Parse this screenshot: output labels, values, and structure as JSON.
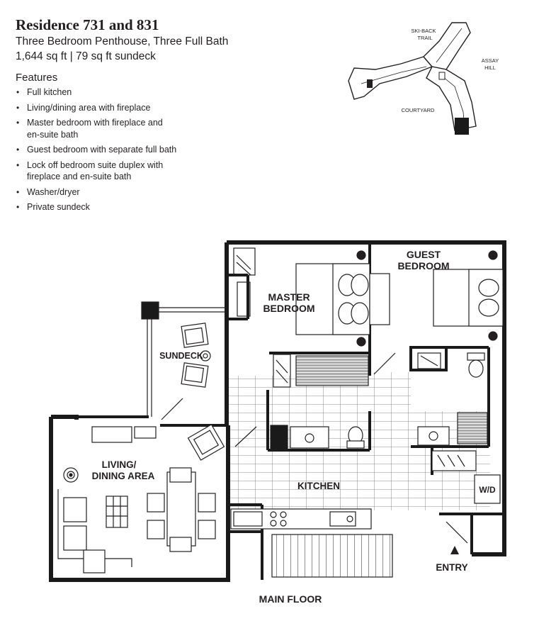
{
  "title": "Residence 731 and 831",
  "subtitle": "Three Bedroom Penthouse, Three Full Bath",
  "area": "1,644 sq ft | 79 sq ft sundeck",
  "features_heading": "Features",
  "features": [
    {
      "line1": "Full kitchen",
      "line2": ""
    },
    {
      "line1": "Living/dining area with fireplace",
      "line2": ""
    },
    {
      "line1": "Master bedroom with fireplace and",
      "line2": "en-suite bath"
    },
    {
      "line1": "Guest bedroom with separate full bath",
      "line2": ""
    },
    {
      "line1": "Lock off bedroom suite duplex with",
      "line2": "fireplace and en-suite bath"
    },
    {
      "line1": "Washer/dryer",
      "line2": ""
    },
    {
      "line1": "Private sundeck",
      "line2": ""
    }
  ],
  "keyplan": {
    "ski_back_trail_1": "SKI-BACK",
    "ski_back_trail_2": "TRAIL",
    "assay_hill_1": "ASSAY",
    "assay_hill_2": "HILL",
    "courtyard": "COURTYARD"
  },
  "rooms": {
    "master_1": "MASTER",
    "master_2": "BEDROOM",
    "guest_1": "GUEST",
    "guest_2": "BEDROOM",
    "sundeck": "SUNDECK",
    "living_1": "LIVING/",
    "living_2": "DINING AREA",
    "kitchen": "KITCHEN",
    "wd": "W/D",
    "entry": "ENTRY",
    "floor_label": "MAIN FLOOR"
  },
  "colors": {
    "ink": "#231f20",
    "wall": "#1a1a1a",
    "highlight_unit": "#1a1a1a"
  }
}
